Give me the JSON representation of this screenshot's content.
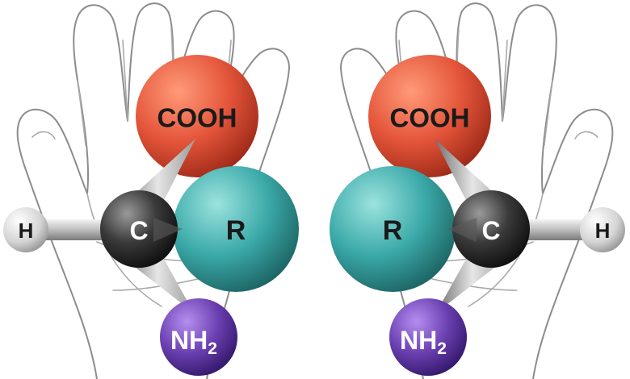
{
  "molecules": {
    "left": {
      "cooh": "COOH",
      "r": "R",
      "c": "C",
      "h": "H",
      "nh": "NH",
      "sub": "2"
    },
    "right": {
      "cooh": "COOH",
      "r": "R",
      "c": "C",
      "h": "H",
      "nh": "NH",
      "sub": "2"
    }
  },
  "colors": {
    "cooh": "#e4553a",
    "r": "#3aa9a8",
    "carbon": "#2b2b2b",
    "hydrogen": "#d9d9d9",
    "amine": "#6a3fb0",
    "outline": "#8c8c8c"
  }
}
